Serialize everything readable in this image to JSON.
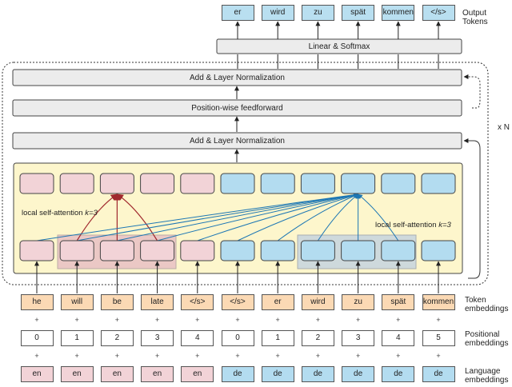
{
  "output_tokens_label": "Output Tokens",
  "output_tokens": [
    "er",
    "wird",
    "zu",
    "spät",
    "kommen",
    "</s>"
  ],
  "linear_softmax": "Linear & Softmax",
  "add_norm_top": "Add & Layer Normalization",
  "feedforward": "Position-wise feedforward",
  "add_norm_bottom": "Add & Layer Normalization",
  "repeat_label": "x N",
  "local_attn_left": "local self-attention k=3",
  "local_attn_right": "local self-attention k=3",
  "token_embeddings_label": "Token embeddings",
  "positional_embeddings_label": "Positional embeddings",
  "language_embeddings_label": "Language embeddings",
  "tokens": [
    "he",
    "will",
    "be",
    "late",
    "</s>",
    "</s>",
    "er",
    "wird",
    "zu",
    "spät",
    "kommen"
  ],
  "positions": [
    "0",
    "1",
    "2",
    "3",
    "4",
    "0",
    "1",
    "2",
    "3",
    "4",
    "5"
  ],
  "languages": [
    "en",
    "en",
    "en",
    "en",
    "en",
    "de",
    "de",
    "de",
    "de",
    "de",
    "de"
  ],
  "plus_sign": "+",
  "colors": {
    "source": "#f2d3d7",
    "target": "#b3dcf0",
    "embed_orange": "#fbd9b4",
    "attention_panel": "#fdf6cc",
    "bar": "#ececec",
    "arrow_red": "#a0282e",
    "arrow_blue": "#1d77b4"
  }
}
